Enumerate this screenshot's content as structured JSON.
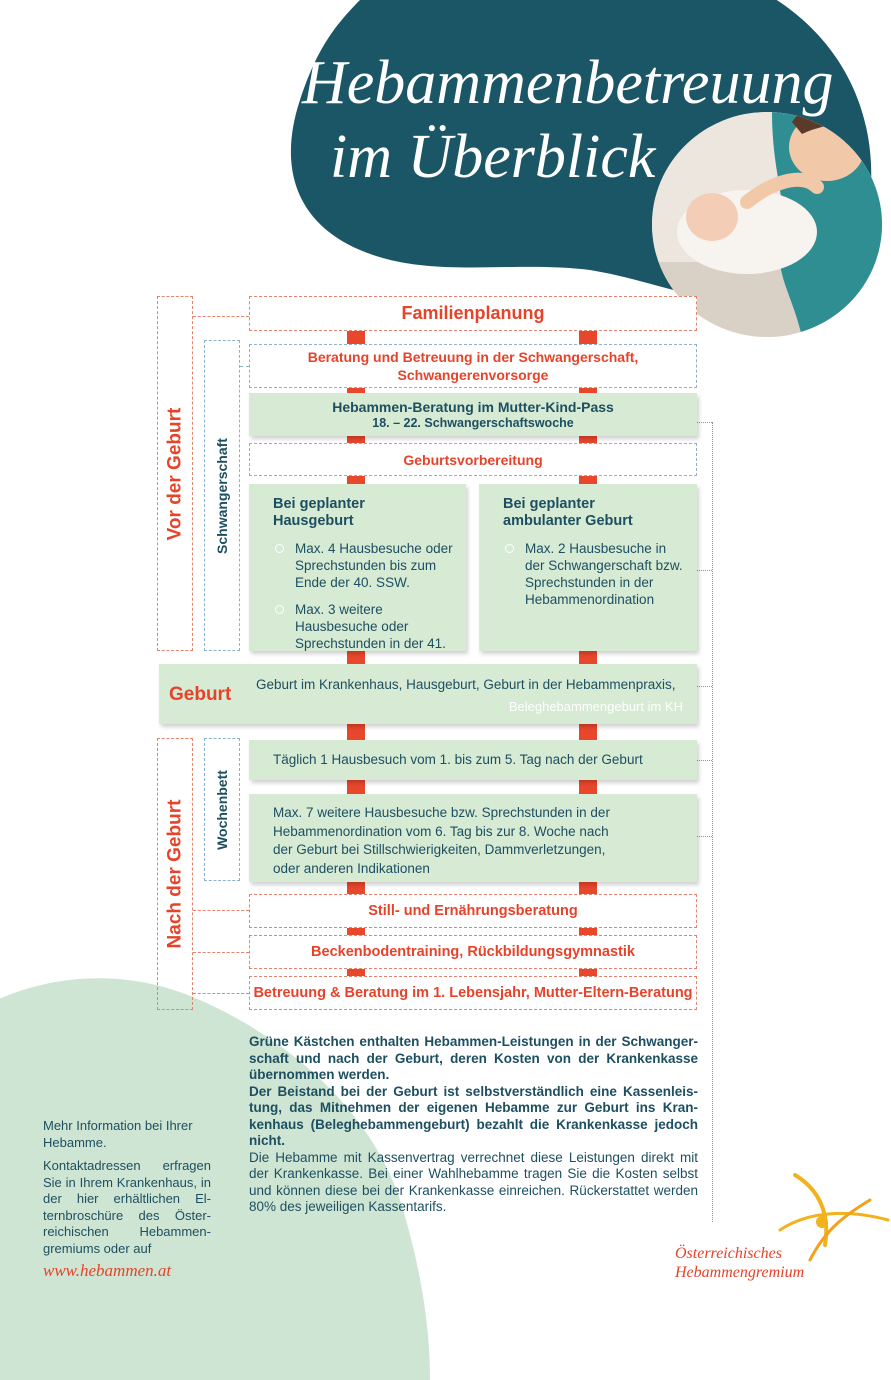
{
  "title": {
    "line1": "Hebammenbetreuung",
    "line2": "im Überblick"
  },
  "sections": {
    "before_birth": "Vor der Geburt",
    "pregnancy": "Schwangerschaft",
    "birth": "Geburt",
    "after_birth": "Nach der Geburt",
    "postpartum": "Wochenbett"
  },
  "boxes": {
    "family_planning": "Familienplanung",
    "pregnancy_care_line1": "Beratung und Betreuung in der Schwangerschaft,",
    "pregnancy_care_line2": "Schwangerenvorsorge",
    "mkp_title": "Hebammen-Beratung im Mutter-Kind-Pass",
    "mkp_sub": "18. – 22. Schwangerschaftswoche",
    "birth_prep": "Geburtsvorbereitung",
    "home_title_line1": "Bei geplanter",
    "home_title_line2": "Hausgeburt",
    "home_items": [
      "Max. 4 Hausbesuche oder Sprechstunden bis zum Ende der 40. SSW.",
      "Max. 3 weitere Hausbesuche oder Sprechstunden in der 41."
    ],
    "amb_title_line1": "Bei geplanter",
    "amb_title_line2": "ambulanter Geburt",
    "amb_items": [
      "Max. 2 Hausbesuche in der Schwangerschaft bzw. Sprechstunden in der Hebammenordination"
    ],
    "birth_text": "Geburt im Krankenhaus, Hausgeburt, Geburt in der Hebammenpraxis,",
    "birth_text_2": "Beleghebammengeburt im KH",
    "daily_visit": "Täglich 1 Hausbesuch vom 1. bis zum 5. Tag nach der Geburt",
    "more_visits": "Max. 7 weitere Hausbesuche bzw. Sprechstunden in der Hebammenordination vom 6. Tag bis zur 8. Woche nach der Geburt bei Stillschwierigkeiten, Dammverletzungen, oder anderen Indikationen",
    "nutrition": "Still- und Ernährungsberatung",
    "pelvic": "Beckenbodentraining, Rückbildungsgymnastik",
    "first_year": "Betreuung & Beratung im 1. Lebensjahr, Mutter-Eltern-Beratung"
  },
  "notes": {
    "p1": "Grüne Kästchen enthalten Hebammen-Leistungen in der Schwanger­schaft und nach der Geburt, deren Kosten von der Krankenkasse übernommen werden.",
    "p2": "Der Beistand bei der Geburt ist selbstverständlich eine Kassenleis­tung, das Mitnehmen der eigenen Hebamme zur Geburt ins Kran­kenhaus (Beleghebammengeburt) bezahlt die Krankenkasse jedoch nicht.",
    "p3": "Die Hebamme mit Kassenvertrag verrechnet diese Leistungen direkt mit der Krankenkasse. Bei einer Wahlhebamme tragen Sie die Kosten selbst und können diese bei der Krankenkasse einreichen. Rückerstattet werden 80% des jeweiligen Kassentarifs."
  },
  "side": {
    "p1": "Mehr Information bei Ihrer Hebamme.",
    "p2": "Kontaktadressen erfragen Sie in Ihrem Krankenhaus, in der hier erhältlichen El­ternbroschüre des Öster­reichischen Hebammen­gremiums oder auf",
    "url": "www.hebammen.at"
  },
  "logo": {
    "line1": "Österreichisches",
    "line2": "Hebammengremium"
  },
  "colors": {
    "teal": "#1b5667",
    "green": "#d6ead4",
    "orange": "#e6432a",
    "navy": "#1d4f61",
    "mint": "#cfe5d3"
  }
}
